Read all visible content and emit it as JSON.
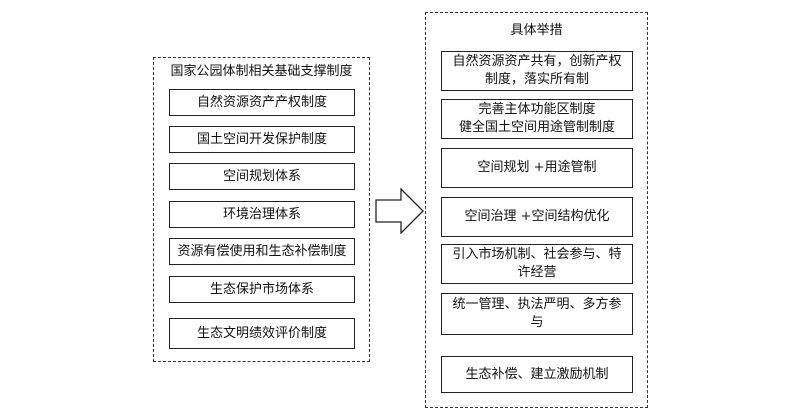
{
  "left_group": {
    "title": "国家公园体制相关基础支撑制度",
    "items": [
      {
        "label": "自然资源资产产权制度"
      },
      {
        "label": "国土空间开发保护制度"
      },
      {
        "label": "空间规划体系"
      },
      {
        "label": "环境治理体系"
      },
      {
        "label": "资源有偿使用和生态补偿制度"
      },
      {
        "label": "生态保护市场体系"
      },
      {
        "label": "生态文明绩效评价制度"
      }
    ]
  },
  "right_group": {
    "title": "具体举措",
    "items": [
      {
        "label": "自然资源资产共有，创新产权\n制度，落实所有制"
      },
      {
        "label": "完善主体功能区制度\n健全国土空间用途管制制度"
      },
      {
        "label": "空间规划 +用途管制"
      },
      {
        "label": "空间治理 +空间结构优化"
      },
      {
        "label": "引入市场机制、社会参与、特\n许经营"
      },
      {
        "label": "统一管理、执法严明、多方参\n与"
      },
      {
        "label": "生态补偿、建立激励机制"
      }
    ]
  }
}
